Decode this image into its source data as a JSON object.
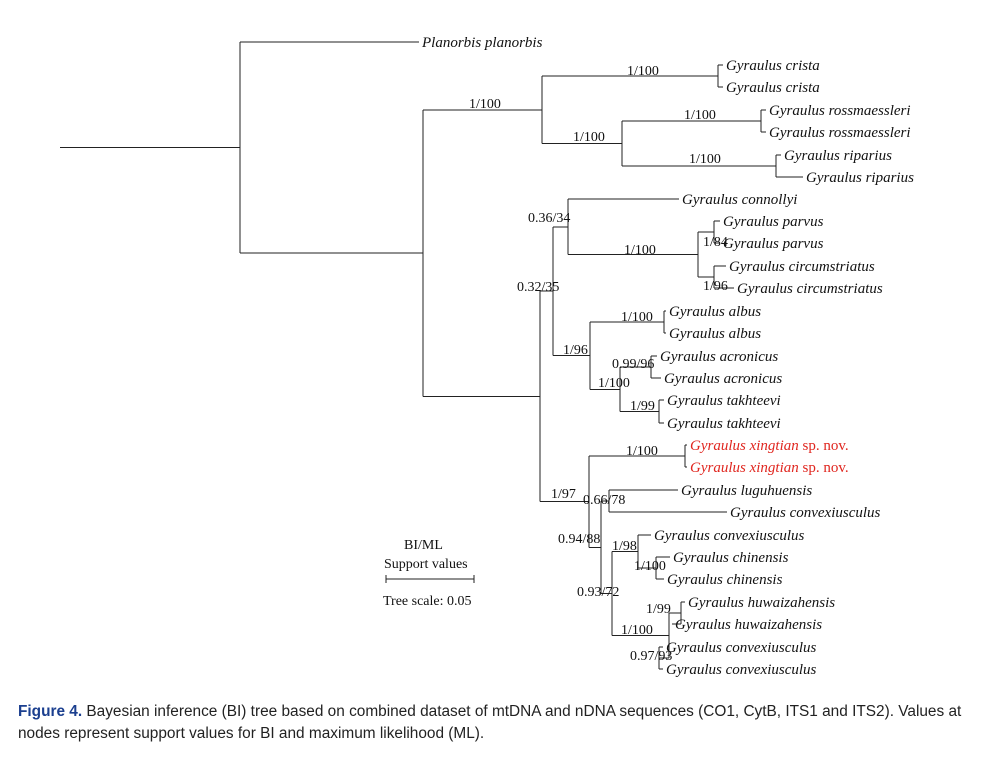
{
  "taxa": [
    {
      "name": "Planorbis planorbis"
    },
    {
      "name": "Gyraulus crista"
    },
    {
      "name": "Gyraulus crista"
    },
    {
      "name": "Gyraulus rossmaessleri"
    },
    {
      "name": "Gyraulus rossmaessleri"
    },
    {
      "name": "Gyraulus riparius"
    },
    {
      "name": "Gyraulus riparius"
    },
    {
      "name": "Gyraulus connollyi"
    },
    {
      "name": "Gyraulus parvus"
    },
    {
      "name": "Gyraulus parvus"
    },
    {
      "name": "Gyraulus circumstriatus"
    },
    {
      "name": "Gyraulus circumstriatus"
    },
    {
      "name": "Gyraulus albus"
    },
    {
      "name": "Gyraulus albus"
    },
    {
      "name": "Gyraulus acronicus"
    },
    {
      "name": "Gyraulus acronicus"
    },
    {
      "name": "Gyraulus takhteevi"
    },
    {
      "name": "Gyraulus takhteevi"
    },
    {
      "name": "Gyraulus xingtian",
      "suffix": " sp. nov.",
      "highlight": true
    },
    {
      "name": "Gyraulus xingtian",
      "suffix": " sp. nov.",
      "highlight": true
    },
    {
      "name": "Gyraulus luguhuensis"
    },
    {
      "name": "Gyraulus convexiusculus"
    },
    {
      "name": "Gyraulus convexiusculus"
    },
    {
      "name": "Gyraulus chinensis"
    },
    {
      "name": "Gyraulus chinensis"
    },
    {
      "name": "Gyraulus huwaizahensis"
    },
    {
      "name": "Gyraulus huwaizahensis"
    },
    {
      "name": "Gyraulus convexiusculus"
    },
    {
      "name": "Gyraulus convexiusculus"
    }
  ],
  "support_values": [
    "1/100",
    "1/100",
    "1/100",
    "1/100",
    "1/100",
    "0.36/34",
    "1/100",
    "1/84",
    "1/96",
    "0.32/35",
    "1/100",
    "1/96",
    "0.99/96",
    "1/100",
    "1/99",
    "1/100",
    "1/97",
    "0.66/78",
    "0.94/88",
    "1/98",
    "1/100",
    "0.93/72",
    "1/99",
    "1/100",
    "0.97/93"
  ],
  "legend": {
    "line1": "BI/ML",
    "line2": "Support values",
    "scale_label": "Tree scale: 0.05"
  },
  "caption": {
    "label": "Figure 4.",
    "text": " Bayesian inference (BI) tree based on combined dataset of mtDNA and nDNA sequences (CO1, CytB, ITS1 and ITS2). Values at nodes represent support values for BI and maximum likelihood (ML)."
  },
  "colors": {
    "highlight": "#e0261f",
    "caption_label": "#1b3f8f"
  }
}
